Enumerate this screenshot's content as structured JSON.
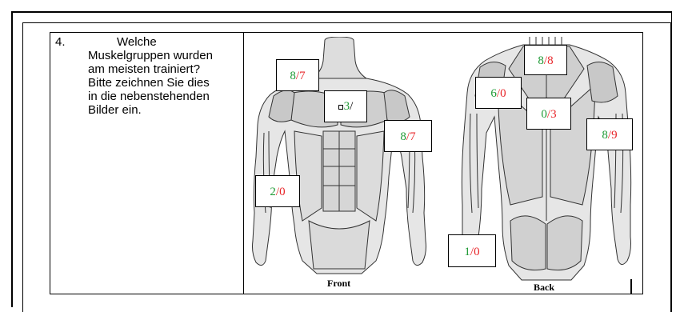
{
  "question": {
    "number": "4.",
    "lines": [
      "Welche",
      "Muskelgruppen wurden",
      "am meisten trainiert?",
      "Bitte zeichnen Sie dies",
      "in die nebenstehenden",
      "Bilder ein."
    ]
  },
  "figures": {
    "front_caption": "Front",
    "back_caption": "Back"
  },
  "counts": {
    "front": [
      {
        "a": "8",
        "sep": "/",
        "b": "7"
      },
      {
        "a": "3",
        "sep": "/",
        "b": ""
      },
      {
        "a": "8",
        "sep": "/",
        "b": "7"
      },
      {
        "a": "2",
        "sep": "/",
        "b": "0"
      }
    ],
    "back": [
      {
        "a": "8",
        "sep": "/",
        "b": "8"
      },
      {
        "a": "6",
        "sep": "/",
        "b": "0"
      },
      {
        "a": "0",
        "sep": "/",
        "b": "3"
      },
      {
        "a": "8",
        "sep": "/",
        "b": "9"
      },
      {
        "a": "1",
        "sep": "/",
        "b": "0"
      }
    ]
  },
  "colors": {
    "first_value": "#1e9a35",
    "second_value": "#e8262a"
  }
}
